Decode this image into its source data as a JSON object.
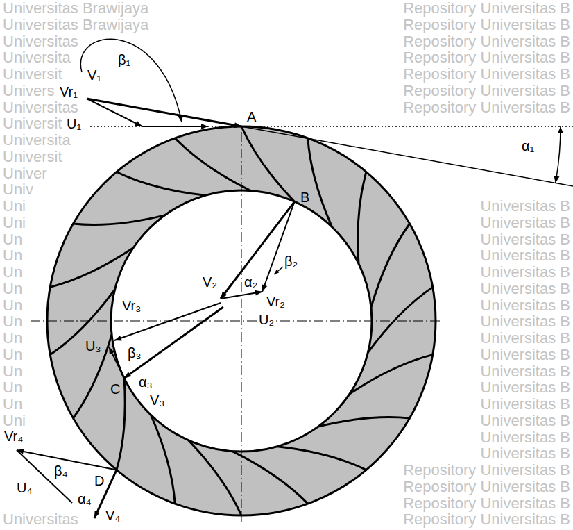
{
  "diagram": {
    "labels": [
      "V₁",
      "Vr₁",
      "U₁",
      "β₁",
      "A",
      "α₁",
      "B",
      "V₂",
      "α₂",
      "β₂",
      "Vr₂",
      "U₂",
      "Vr₃",
      "U₃",
      "β₃",
      "α₃",
      "C",
      "V₃",
      "Vr₄",
      "D",
      "β₄",
      "U₄",
      "α₄",
      "V₄",
      "Universitas Brawijaya",
      "Repository Universitas B",
      "Universitas Brawijaya",
      "Repository Universitas B",
      "Universitas",
      "Repository Universitas B",
      "Universita",
      "Repository Universitas B",
      "Universit",
      "Repository Universitas B",
      "Univers",
      "Repository Universitas B",
      "Universitas",
      "Repository Universitas B",
      "Universit",
      "Universita",
      "Universit",
      "Univer",
      "Univ",
      "Uni",
      "Universitas B",
      "Uni",
      "Universitas B",
      "Un",
      "Universitas B",
      "Un",
      "Universitas B",
      "Un",
      "Universitas B",
      "Un",
      "Universitas B",
      "Un",
      "Universitas B",
      "Un",
      "Universitas B",
      "Un",
      "Universitas B",
      "Un",
      "Universitas B",
      "Un",
      "Universitas B",
      "Un",
      "Universitas B",
      "Un",
      "Universitas B",
      "Uni",
      "Universitas B",
      "Universitas B",
      "Universitas B",
      "Repository Universitas B",
      "Repository Universitas B",
      "Repository Universitas B",
      "Universitas",
      "Repository Universitas B"
    ]
  }
}
